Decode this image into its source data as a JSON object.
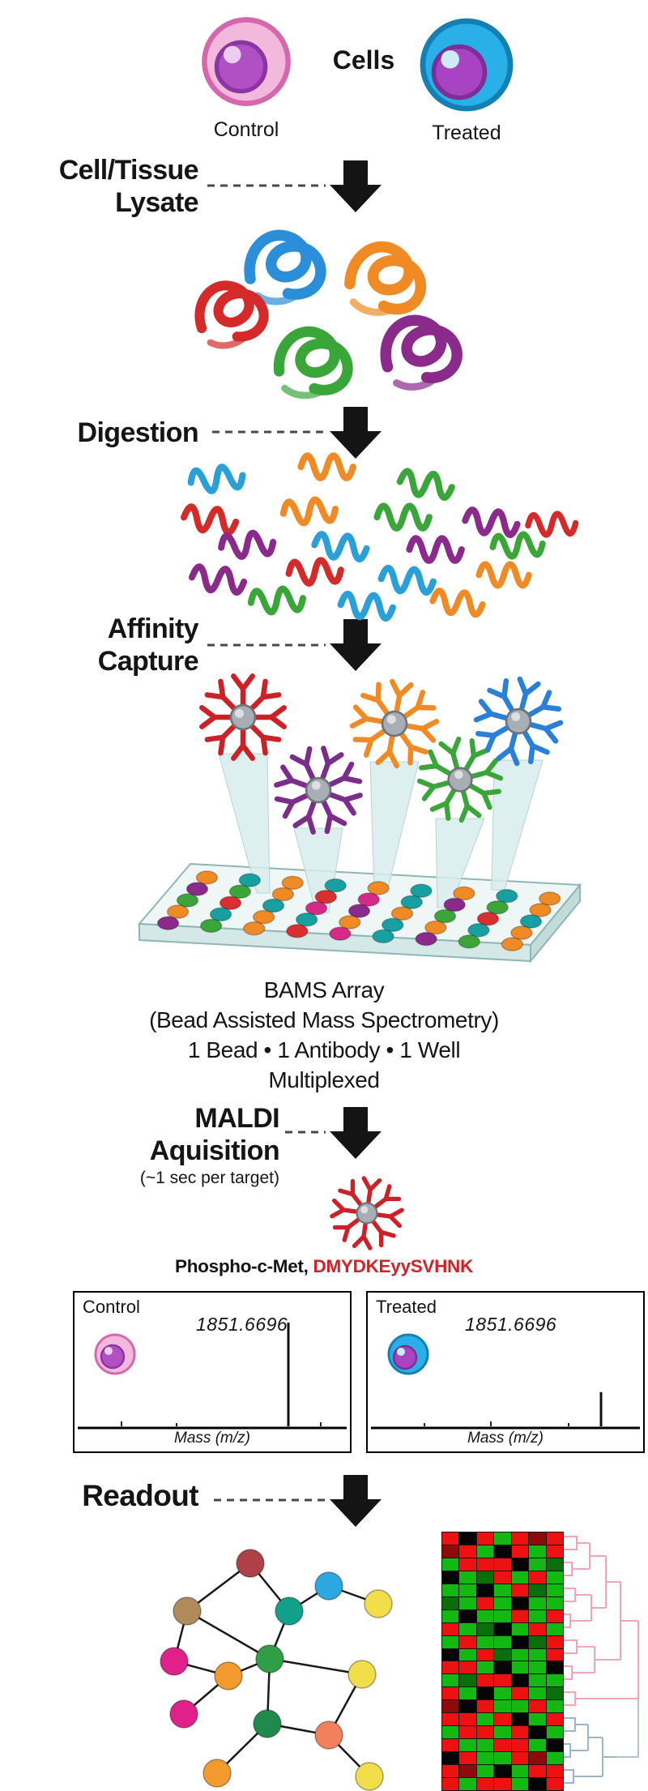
{
  "page": {
    "background": "#ffffff"
  },
  "cells": {
    "title": "Cells",
    "control_label": "Control",
    "treated_label": "Treated"
  },
  "steps": {
    "lysate": {
      "line1": "Cell/Tissue",
      "line2": "Lysate"
    },
    "digestion": {
      "line1": "Digestion"
    },
    "affinity": {
      "line1": "Affinity",
      "line2": "Capture"
    },
    "maldi": {
      "line1": "MALDI",
      "line2": "Aquisition",
      "note": "(~1 sec per target)"
    },
    "readout": {
      "line1": "Readout"
    }
  },
  "bams": {
    "line1": "BAMS Array",
    "line2": "(Bead Assisted Mass Spectrometry)",
    "line3": "1 Bead • 1 Antibody • 1 Well",
    "line4": "Multiplexed",
    "well_palette": [
      "#f08a24",
      "#d83030",
      "#3aa63a",
      "#18a0a0",
      "#8a2a8a",
      "#d62a8a"
    ]
  },
  "target": {
    "prefix": "Phospho-c-Met, ",
    "seq_start": "DMYDKE",
    "seq_mod": "yy",
    "seq_end": "SVHNK",
    "seq_color": "#d42027"
  },
  "spectra": [
    {
      "label": "Control",
      "mass": "1851.6696",
      "axis_label": "Mass (m/z)",
      "relative_intensity": 1.0
    },
    {
      "label": "Treated",
      "mass": "1851.6696",
      "axis_label": "Mass (m/z)",
      "relative_intensity": 0.33
    }
  ],
  "heatmap": {
    "rows": [
      "RKRGRrR",
      "rRGKRGR",
      "GRRRKGg",
      "KGgRGRG",
      "GGKGRgG",
      "gGRGKGG",
      "GKGGRGR",
      "RGgKGRG",
      "GRGGKgR",
      "KGRgGGR",
      "RRGKGGK",
      "GgRRKGG",
      "RGKGRGg",
      "rKRGGRG",
      "RRGRKGR",
      "GRRGRKG",
      "RGGRRGK",
      "KRGGRrG",
      "RrGKGRR",
      "RGRRGKR"
    ],
    "colors": {
      "R": "#ee1111",
      "r": "#8f0a0a",
      "G": "#13b813",
      "g": "#0a6e0a",
      "K": "#050505"
    }
  },
  "chart_data": [
    {
      "type": "line",
      "title": "Control MALDI spectrum",
      "xlabel": "Mass (m/z)",
      "series": [
        {
          "name": "Control",
          "peaks": [
            {
              "mz": 1851.6696,
              "relative_intensity": 1.0
            }
          ]
        }
      ],
      "annotations": [
        "1851.6696"
      ]
    },
    {
      "type": "line",
      "title": "Treated MALDI spectrum",
      "xlabel": "Mass (m/z)",
      "series": [
        {
          "name": "Treated",
          "peaks": [
            {
              "mz": 1851.6696,
              "relative_intensity": 0.33
            }
          ]
        }
      ],
      "annotations": [
        "1851.6696"
      ]
    },
    {
      "type": "heatmap",
      "title": "Readout clustering heatmap",
      "palette": [
        "#ee1111",
        "#13b813",
        "#050505"
      ]
    }
  ]
}
